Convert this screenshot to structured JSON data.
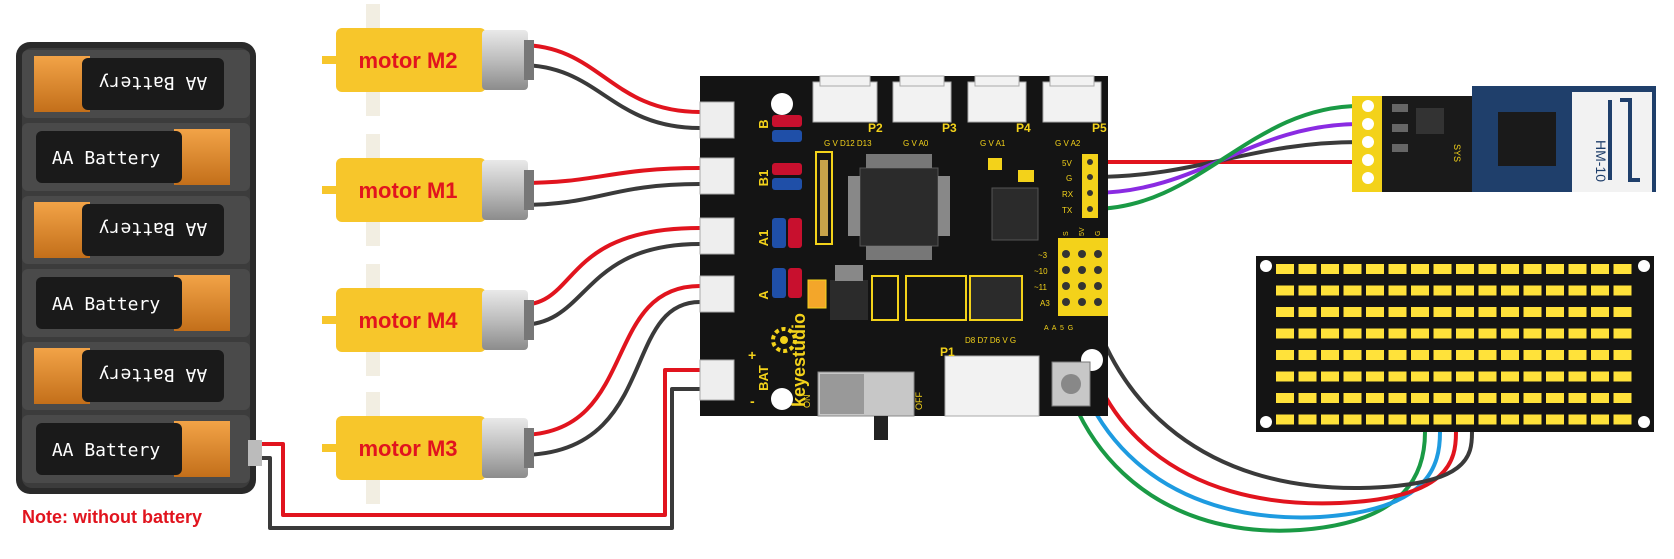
{
  "battery_box": {
    "cells": [
      "AA Battery",
      "AA Battery",
      "AA Battery",
      "AA Battery",
      "AA Battery",
      "AA Battery"
    ],
    "note": "Note: without battery"
  },
  "motors": [
    {
      "label": "motor M2"
    },
    {
      "label": "motor M1"
    },
    {
      "label": "motor M4"
    },
    {
      "label": "motor M3"
    }
  ],
  "board": {
    "brand": "keyestudio",
    "motor_ports": [
      "B",
      "B1",
      "A1",
      "A"
    ],
    "bat_label": "BAT",
    "bat_plus": "+",
    "bat_minus": "-",
    "switch_on": "ON",
    "switch_off": "OFF",
    "header_ports": [
      {
        "name": "P2",
        "pins": "G V D12 D13"
      },
      {
        "name": "P3",
        "pins": "G V A0"
      },
      {
        "name": "P4",
        "pins": "G V A1"
      },
      {
        "name": "P5",
        "pins": "G V A2"
      }
    ],
    "p1": {
      "name": "P1",
      "pins": "D8 D7 D6 V G"
    },
    "bt_pins": [
      "5V",
      "G",
      "RX",
      "TX"
    ],
    "digital_pins": [
      "~3",
      "~10",
      "~11",
      "A3"
    ],
    "col_labels": [
      "S",
      "5V",
      "G"
    ],
    "bottom_pins": "A  A  5  G"
  },
  "bt_module": {
    "name": "HM-10",
    "sys": "SYS"
  },
  "colors": {
    "board": "#141414",
    "yellow_silk": "#f3d21a",
    "motor_yellow": "#f7c62b",
    "wire_red": "#e1141e",
    "wire_black": "#3a3a3a",
    "wire_green": "#1a9a45",
    "wire_purple": "#8a2be2",
    "wire_blue": "#1e9be0",
    "label_red": "#e1141e",
    "bt_pcb": "#1f3f6b",
    "led_yellow": "#ffe23a"
  }
}
